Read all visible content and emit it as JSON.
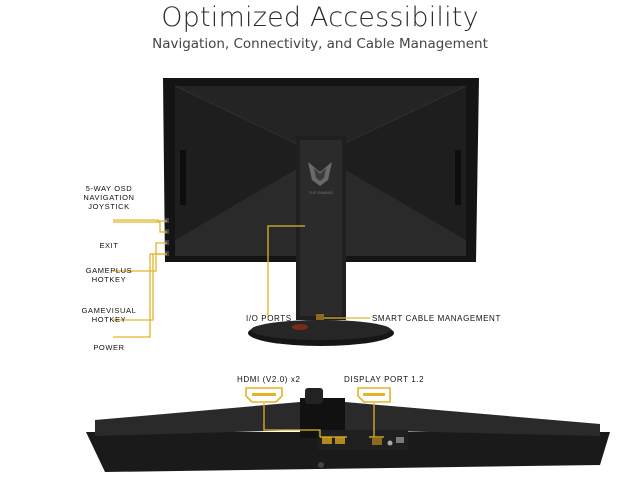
{
  "header": {
    "title": "Optimized Accessibility",
    "subtitle": "Navigation, Connectivity, and Cable Management"
  },
  "back_view": {
    "logo_text": "TUF GAMING",
    "left_labels": [
      "5-WAY OSD NAVIGATION JOYSTICK",
      "EXIT",
      "GAMEPLUS HOTKEY",
      "GAMEVISUAL HOTKEY",
      "POWER"
    ],
    "io_label": "I/O PORTS",
    "cable_label": "SMART CABLE MANAGEMENT"
  },
  "bottom_view": {
    "hdmi_label": "HDMI (V2.0) x2",
    "dp_label": "DISPLAY PORT 1.2"
  },
  "colors": {
    "accent": "#e3b32a",
    "panel": "#1b1b1b",
    "text": "#222222"
  }
}
